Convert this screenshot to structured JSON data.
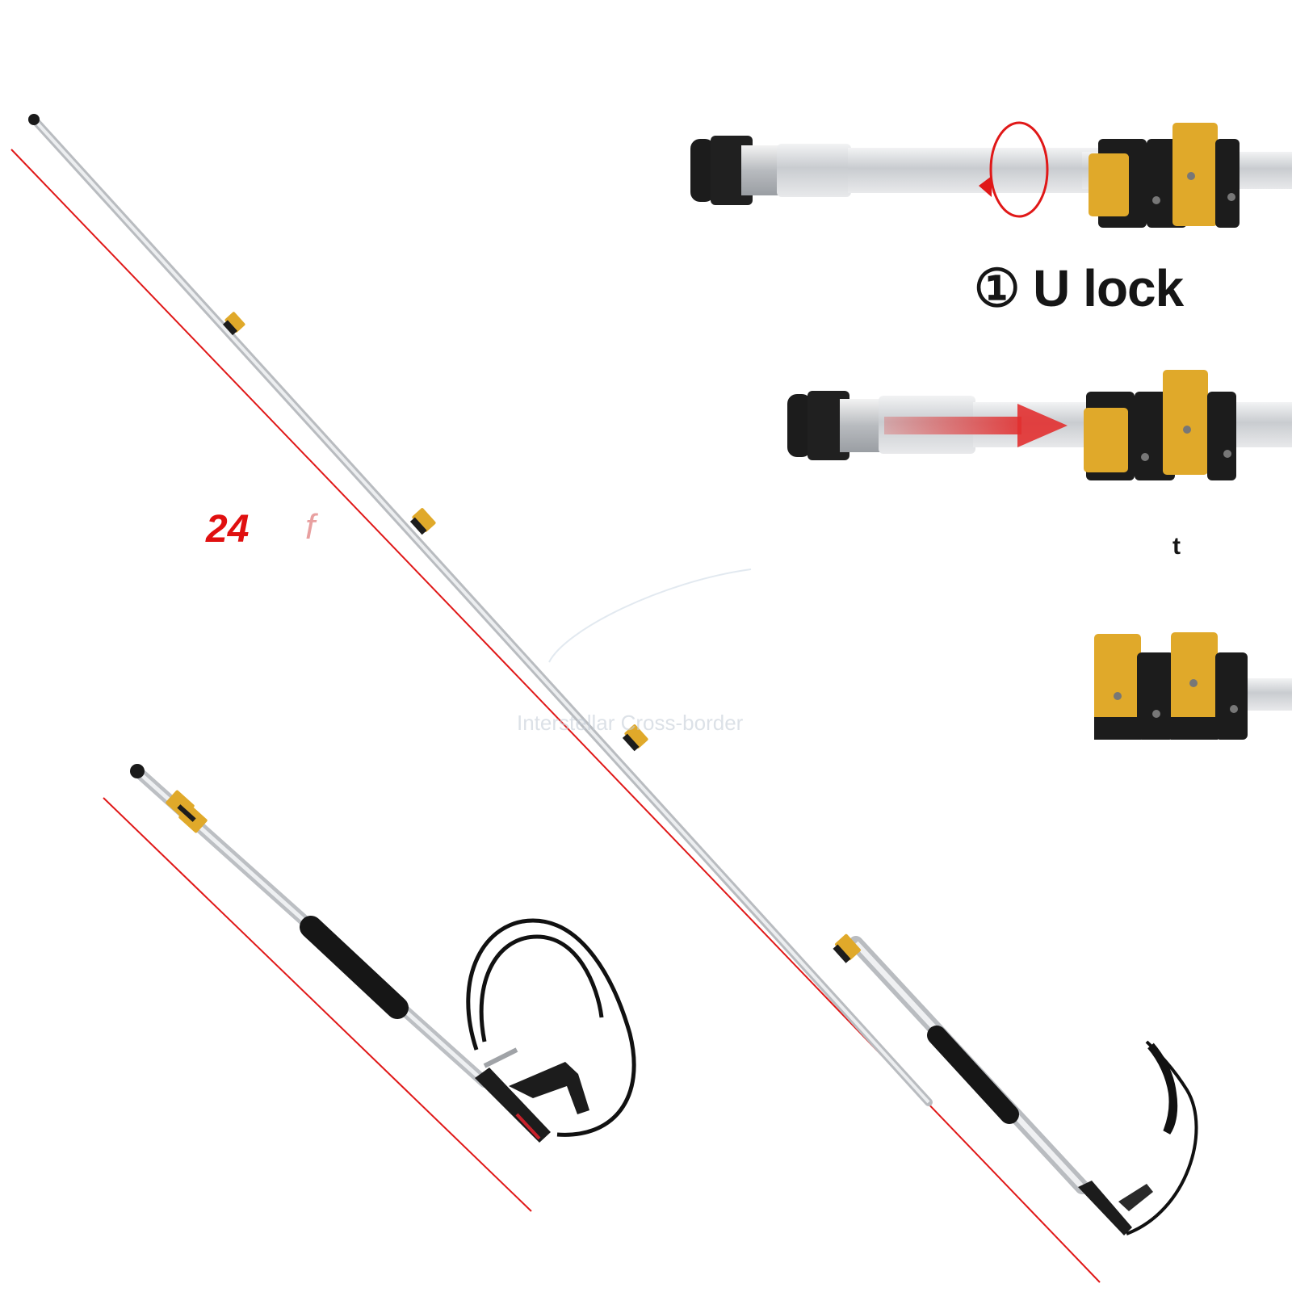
{
  "colors": {
    "background": "#ffffff",
    "pole": "#d7dadd",
    "clamp": "#e0a92a",
    "clamp_dark": "#1c1c1c",
    "guide_line": "#e01818",
    "arrow": "#e23030",
    "hose": "#111111"
  },
  "labels": {
    "length": "24",
    "length_tail": "f",
    "unlock_step": "① U  lock",
    "lock_step": "t",
    "watermark": "Interstellar Cross-border"
  },
  "icons": {
    "rotate": "rotate-arrow-icon",
    "push": "right-arrow-icon"
  }
}
